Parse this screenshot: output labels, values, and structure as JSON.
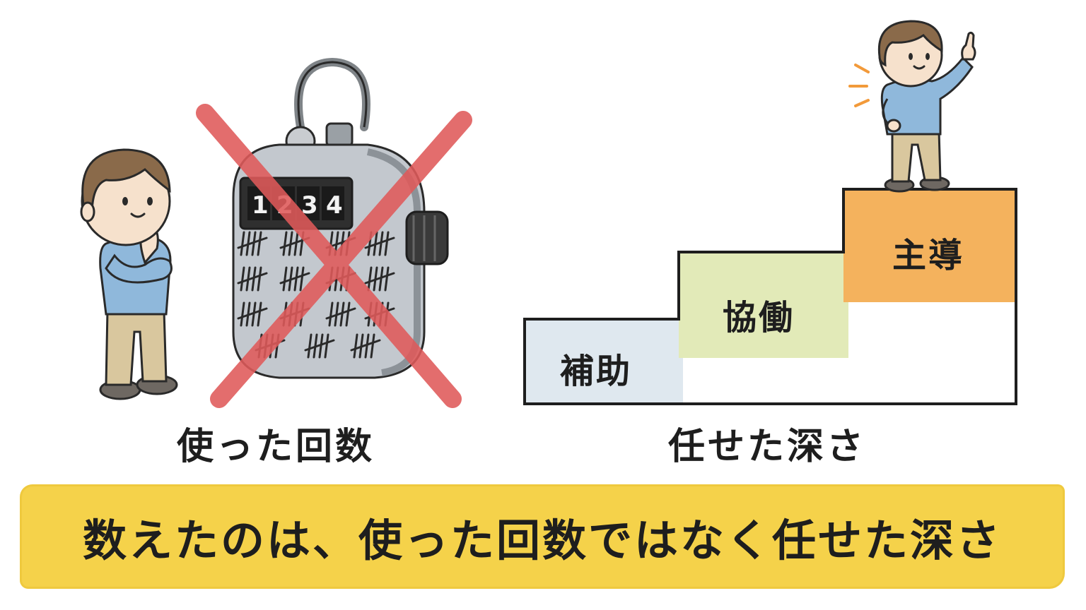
{
  "left_panel": {
    "caption": "使った回数",
    "counter_digits": [
      "1",
      "2",
      "3",
      "4"
    ]
  },
  "right_panel": {
    "caption": "任せた深さ",
    "steps": [
      {
        "label": "補助",
        "color": "#dfe8ef"
      },
      {
        "label": "協働",
        "color": "#e2eab8"
      },
      {
        "label": "主導",
        "color": "#f4b25d"
      }
    ]
  },
  "banner": {
    "text": "数えたのは、使った回数ではなく任せた深さ",
    "color": "#f5d24a"
  },
  "colors": {
    "cross": "#e05a5a",
    "shirt": "#8fb8db",
    "pants": "#d9c79e",
    "hair": "#8a6a4a"
  }
}
